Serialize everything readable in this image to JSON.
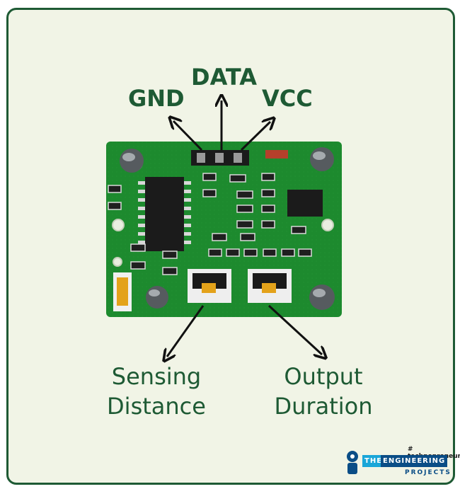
{
  "pins": {
    "gnd": "GND",
    "data": "DATA",
    "vcc": "VCC"
  },
  "controls": {
    "sensing_line1": "Sensing",
    "sensing_line2": "Distance",
    "output_line1": "Output",
    "output_line2": "Duration"
  },
  "logo": {
    "tagline": "# technopreneur",
    "word_the": "THE",
    "word_engineering": "ENGINEERING",
    "word_projects": "PROJECTS"
  },
  "colors": {
    "label_green": "#1e5a34",
    "pcb_green": "#1d8a2e",
    "arrow": "#111111",
    "logo_blue": "#0a4d86",
    "logo_cyan": "#1aa6d8"
  }
}
